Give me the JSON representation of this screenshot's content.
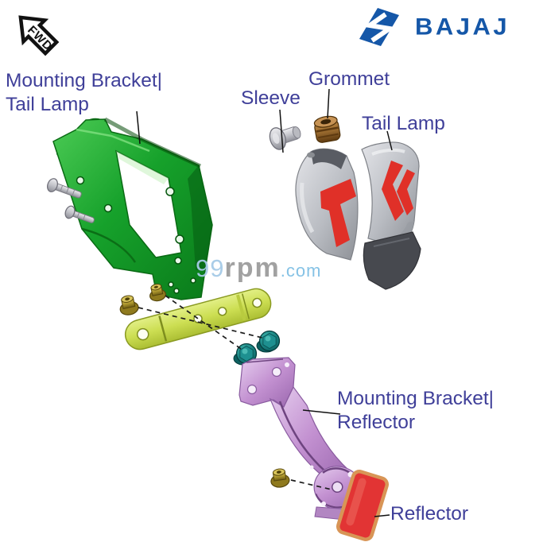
{
  "header": {
    "fwd_badge": "FWD",
    "brand": "BAJAJ"
  },
  "watermark": {
    "seg1": "99",
    "seg2": "rpm",
    "seg3": ".com"
  },
  "callouts": {
    "mounting_bracket_tail_lamp": {
      "line1": "Mounting Bracket|",
      "line2": "Tail Lamp"
    },
    "sleeve": {
      "label": "Sleeve"
    },
    "grommet": {
      "label": "Grommet"
    },
    "tail_lamp": {
      "label": "Tail Lamp"
    },
    "mounting_bracket_reflector": {
      "line1": "Mounting Bracket|",
      "line2": "Reflector"
    },
    "reflector": {
      "label": "Reflector"
    }
  },
  "colors": {
    "label_text": "#3F3F99",
    "brand_blue": "#1557A8",
    "watermark_blue": "#8FC3E6",
    "watermark_grey": "#9C9C9C",
    "bracket_tail_lamp_green": "#16A12B",
    "link_plate_lime": "#CCDE52",
    "nut_gold": "#B09A30",
    "bolt_teal": "#17807F",
    "bracket_reflector_lilac": "#C391D1",
    "reflector_red": "#E23434",
    "tail_lamp_grey": "#B9BCC2",
    "tail_lamp_accent_red": "#E03028",
    "tail_lamp_base_dark": "#47494F",
    "hardware_silver": "#C6C6CC",
    "grommet_bronze": "#9A6B2F"
  }
}
